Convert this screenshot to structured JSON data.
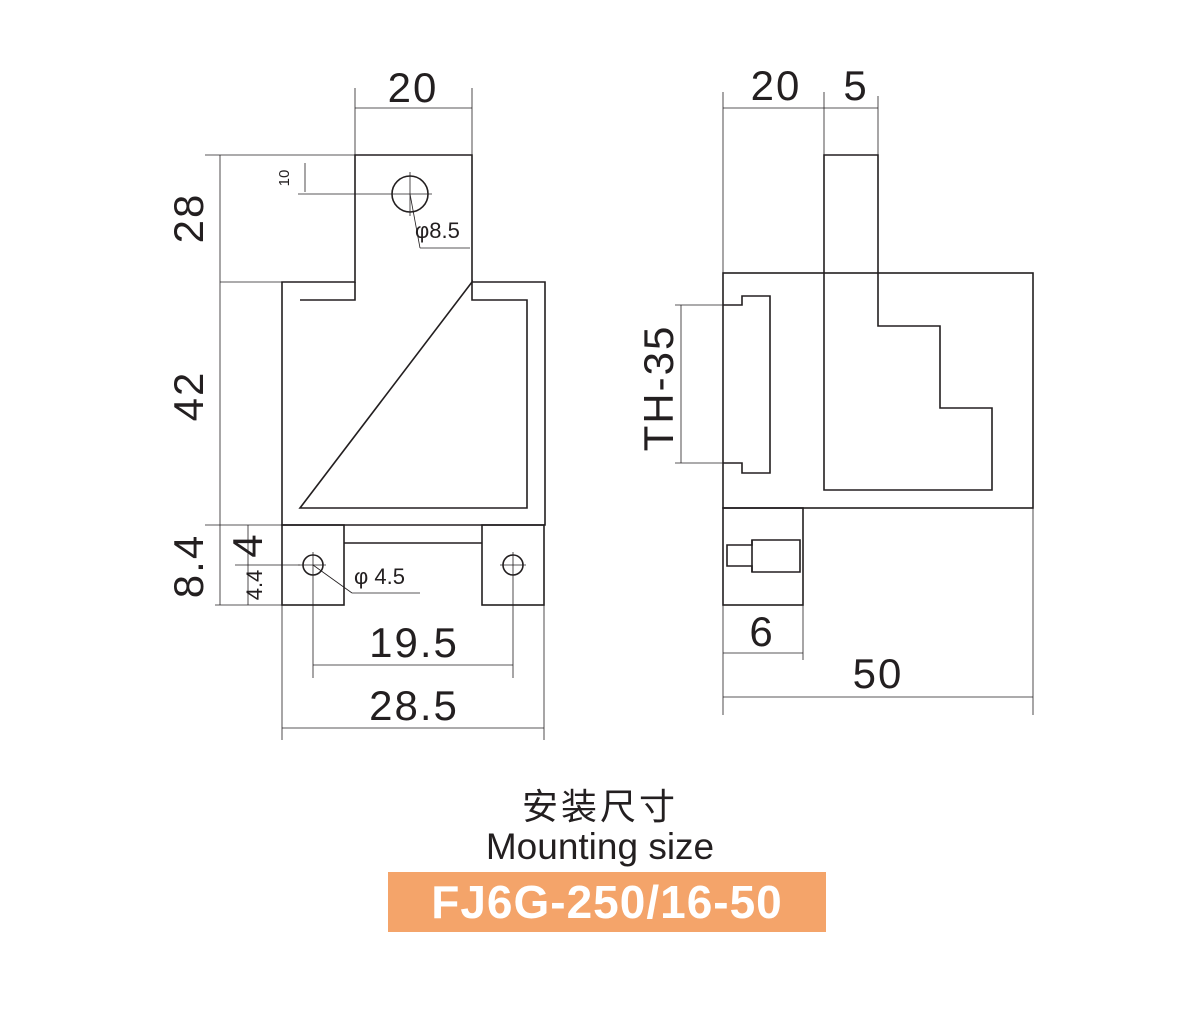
{
  "dimensions": {
    "top_width": "20",
    "hole_offset": "10",
    "hole_top_dia": "φ8.5",
    "top_height": "28",
    "body_height": "42",
    "base_total": "8.4",
    "base_upper": "4",
    "base_lower": "4.4",
    "hole_base_dia": "φ 4.5",
    "hole_spacing": "19.5",
    "base_width": "28.5",
    "side_width_left": "20",
    "side_width_right": "5",
    "rail": "TH-35",
    "screw_len": "6",
    "total_depth": "50"
  },
  "caption": {
    "chinese": "安装尺寸",
    "english": "Mounting size"
  },
  "model": "FJ6G-250/16-50",
  "colors": {
    "line": "#231f20",
    "badge_bg": "#f4a46a",
    "badge_text": "#ffffff"
  }
}
